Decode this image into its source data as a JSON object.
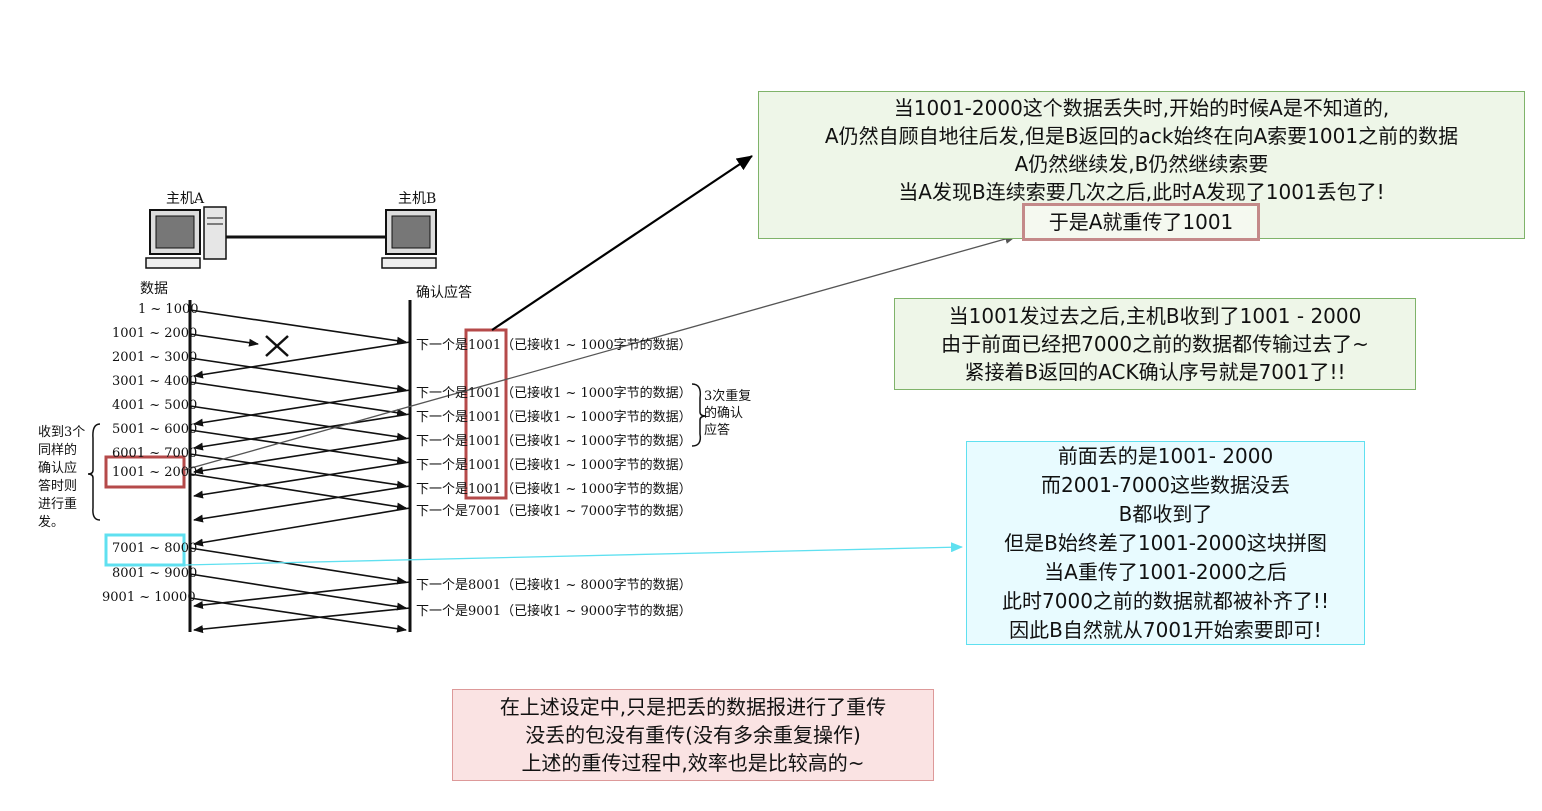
{
  "hosts": {
    "a_label": "主机A",
    "b_label": "主机B"
  },
  "columns": {
    "data_header": "数据",
    "ack_header": "确认应答"
  },
  "segments": [
    "1 ~ 1000",
    "1001 ~ 2000",
    "2001 ~ 3000",
    "3001 ~ 4000",
    "4001 ~ 5000",
    "5001 ~ 6000",
    "6001 ~ 7000",
    "1001 ~ 2000",
    "7001 ~ 8000",
    "8001 ~ 9000",
    "9001 ~ 10000"
  ],
  "acks": [
    "下一个是1001（已接收1 ~ 1000字节的数据）",
    "下一个是1001（已接收1 ~ 1000字节的数据）",
    "下一个是1001（已接收1 ~ 1000字节的数据）",
    "下一个是1001（已接收1 ~ 1000字节的数据）",
    "下一个是1001（已接收1 ~ 1000字节的数据）",
    "下一个是1001（已接收1 ~ 1000字节的数据）",
    "下一个是7001（已接收1 ~ 7000字节的数据）",
    "下一个是8001（已接收1 ~ 8000字节的数据）",
    "下一个是9001（已接收1 ~ 9000字节的数据）"
  ],
  "side_notes": {
    "triple_ack": [
      "3次重复",
      "的确认",
      "应答"
    ],
    "retransmit": [
      "收到3个",
      "同样的",
      "确认应",
      "答时则",
      "进行重",
      "发。"
    ]
  },
  "notes": {
    "green_top": [
      "当1001-2000这个数据丢失时,开始的时候A是不知道的,",
      "A仍然自顾自地往后发,但是B返回的ack始终在向A索要1001之前的数据",
      "A仍然继续发,B仍然继续索要",
      "当A发现B连续索要几次之后,此时A发现了1001丢包了!"
    ],
    "green_top_highlight": "于是A就重传了1001",
    "green_mid": [
      "当1001发过去之后,主机B收到了1001 - 2000",
      "由于前面已经把7000之前的数据都传输过去了~",
      "紧接着B返回的ACK确认序号就是7001了!!"
    ],
    "cyan": [
      "前面丢的是1001- 2000",
      "而2001-7000这些数据没丢",
      "B都收到了",
      "但是B始终差了1001-2000这块拼图",
      "当A重传了1001-2000之后",
      "此时7000之前的数据就都被补齐了!!",
      "因此B自然就从7001开始索要即可!"
    ],
    "red": [
      "在上述设定中,只是把丢的数据报进行了重传",
      "没丢的包没有重传(没有多余重复操作)",
      "上述的重传过程中,效率也是比较高的~"
    ]
  },
  "colors": {
    "highlight_red": "#b54a4a",
    "highlight_cyan": "#5fe0f0",
    "green_border": "#7fb36a"
  }
}
